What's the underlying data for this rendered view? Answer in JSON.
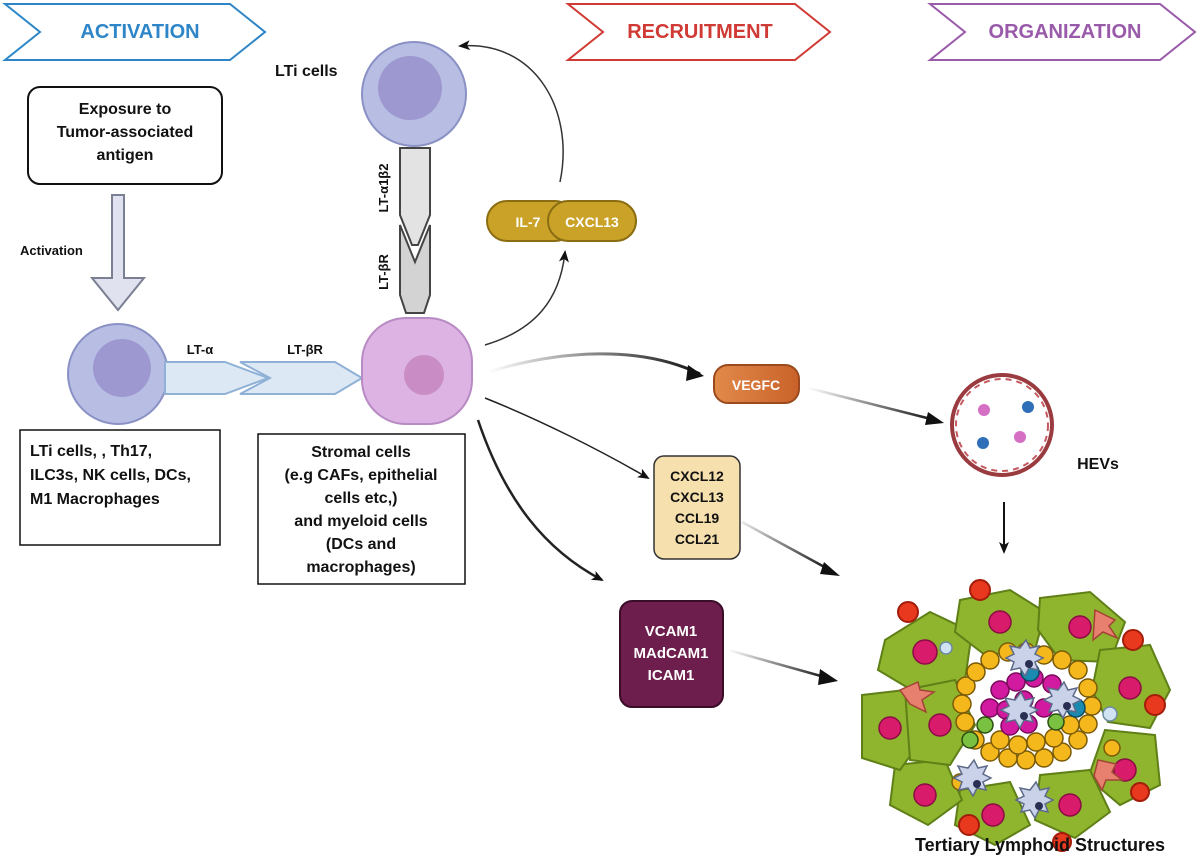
{
  "phases": [
    {
      "label": "ACTIVATION",
      "color": "#2e86c8"
    },
    {
      "label": "RECRUITMENT",
      "color": "#d03a35"
    },
    {
      "label": "ORGANIZATION",
      "color": "#9a5aaa"
    }
  ],
  "exposure_box": [
    "Exposure to",
    "Tumor-associated",
    "antigen"
  ],
  "activation_label": "Activation",
  "lti_cells_label": "LTi cells",
  "lt_a1b2_label": "LT-α1β2",
  "lt_br_vertical_label": "LT-βR",
  "lt_a_label": "LT-α",
  "lt_br_horizontal_label": "LT-βR",
  "il7_label": "IL-7",
  "cxcl13_pill_label": "CXCL13",
  "vegfc_label": "VEGFC",
  "hevs_label": "HEVs",
  "left_cells_box": [
    "LTi cells, , Th17,",
    "ILC3s, NK cells, DCs,",
    "M1 Macrophages"
  ],
  "stromal_box": [
    "Stromal cells",
    "(e.g CAFs, epithelial",
    "cells etc,)",
    "and myeloid cells",
    "(DCs and",
    "macrophages)"
  ],
  "chemokine_box": [
    "CXCL12",
    "CXCL13",
    "CCL19",
    "CCL21"
  ],
  "adhesion_box": [
    "VCAM1",
    "MAdCAM1",
    "ICAM1"
  ],
  "tls_label": "Tertiary Lymphoid Structures",
  "colors": {
    "cell_fill": "#b7bde3",
    "cell_nucleus": "#9d98d0",
    "stromal_fill": "#dcb3e3",
    "stromal_nucleus": "#c98cc4",
    "mustard": "#c9a227",
    "vegfc": "#d8743a",
    "chemokine_fill": "#f6e0ae",
    "adhesion_fill": "#6e1e4d",
    "hev_border": "#9a3b40"
  }
}
